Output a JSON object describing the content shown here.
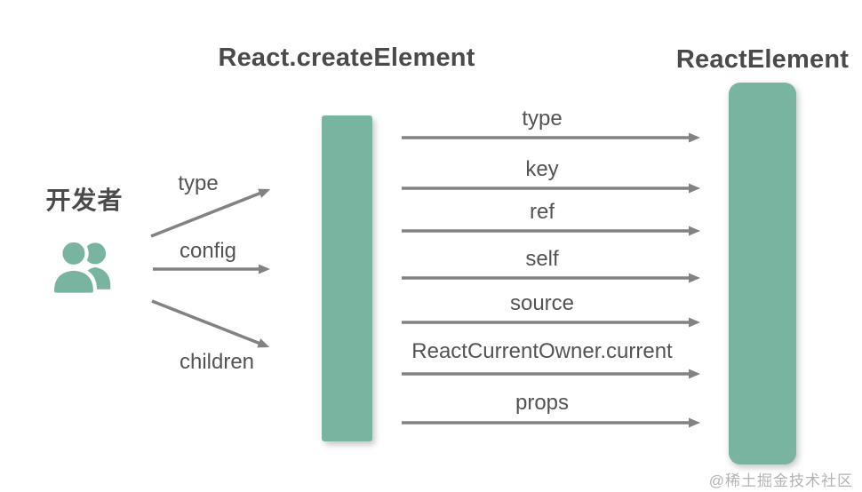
{
  "titles": {
    "create_element": "React.createElement",
    "react_element": "ReactElement"
  },
  "developer": {
    "label": "开发者",
    "icon": "users-icon"
  },
  "inputs": {
    "labels": [
      "type",
      "config",
      "children"
    ]
  },
  "outputs": {
    "labels": [
      "type",
      "key",
      "ref",
      "self",
      "source",
      "ReactCurrentOwner.current",
      "props"
    ]
  },
  "watermark": "@稀土掘金技术社区",
  "colors": {
    "accent": "#79b4a1",
    "arrow": "#828282",
    "title-text": "#4a4a4a",
    "label-text": "#535353",
    "watermark-text": "#b3b3b3",
    "background": "#ffffff"
  }
}
